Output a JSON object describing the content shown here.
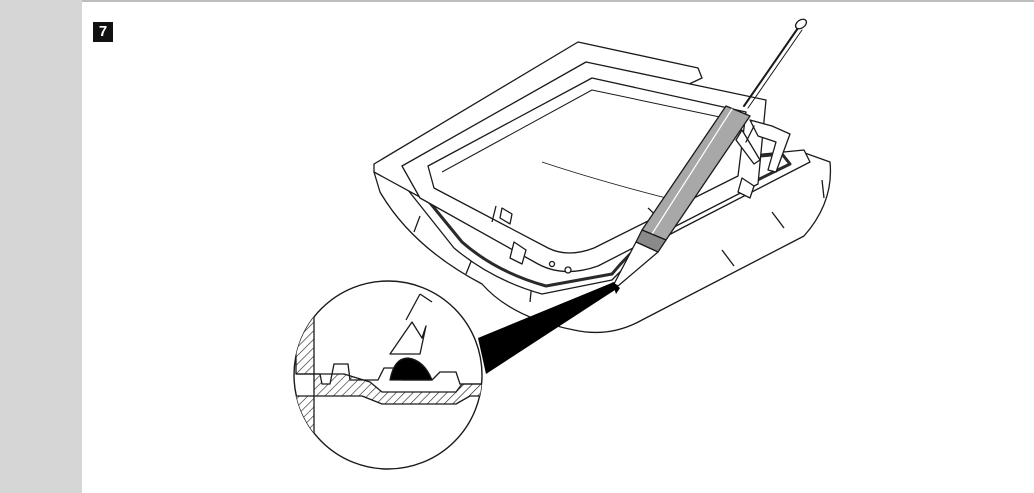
{
  "step": {
    "number": "7"
  },
  "illustration": {
    "subject": "roof-vent-frame",
    "tool": "caulking-gun",
    "detail": "magnified-seal-cross-section",
    "colors": {
      "line": "#1a1a1a",
      "fill": "#ffffff",
      "gasket": "#2a2a2a",
      "sealant": "#000000",
      "background": "#d6d6d6"
    }
  }
}
